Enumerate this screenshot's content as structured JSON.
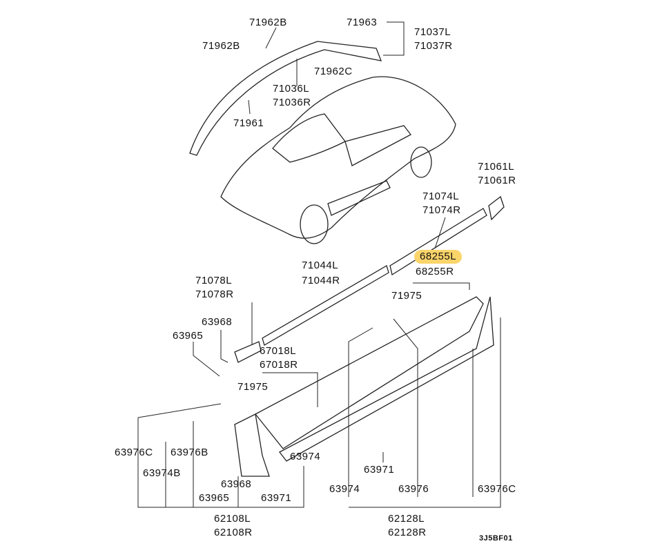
{
  "diagram_id": "3J5BF01",
  "highlight_color": "#fbd46a",
  "labels": [
    "71962B",
    "71963",
    "71037L",
    "71037R",
    "71962B",
    "71962C",
    "71036L",
    "71036R",
    "71961",
    "71061L",
    "71061R",
    "71074L",
    "71074R",
    "68255L",
    "68255R",
    "71044L",
    "71044R",
    "71078L",
    "71078R",
    "71975",
    "63968",
    "63965",
    "67018L",
    "67018R",
    "71975",
    "63976C",
    "63976B",
    "63974",
    "63974B",
    "63968",
    "63965",
    "63971",
    "63971",
    "63974",
    "63976",
    "63976C",
    "62108L",
    "62108R",
    "62128L",
    "62128R"
  ],
  "highlighted_part": "68255L"
}
